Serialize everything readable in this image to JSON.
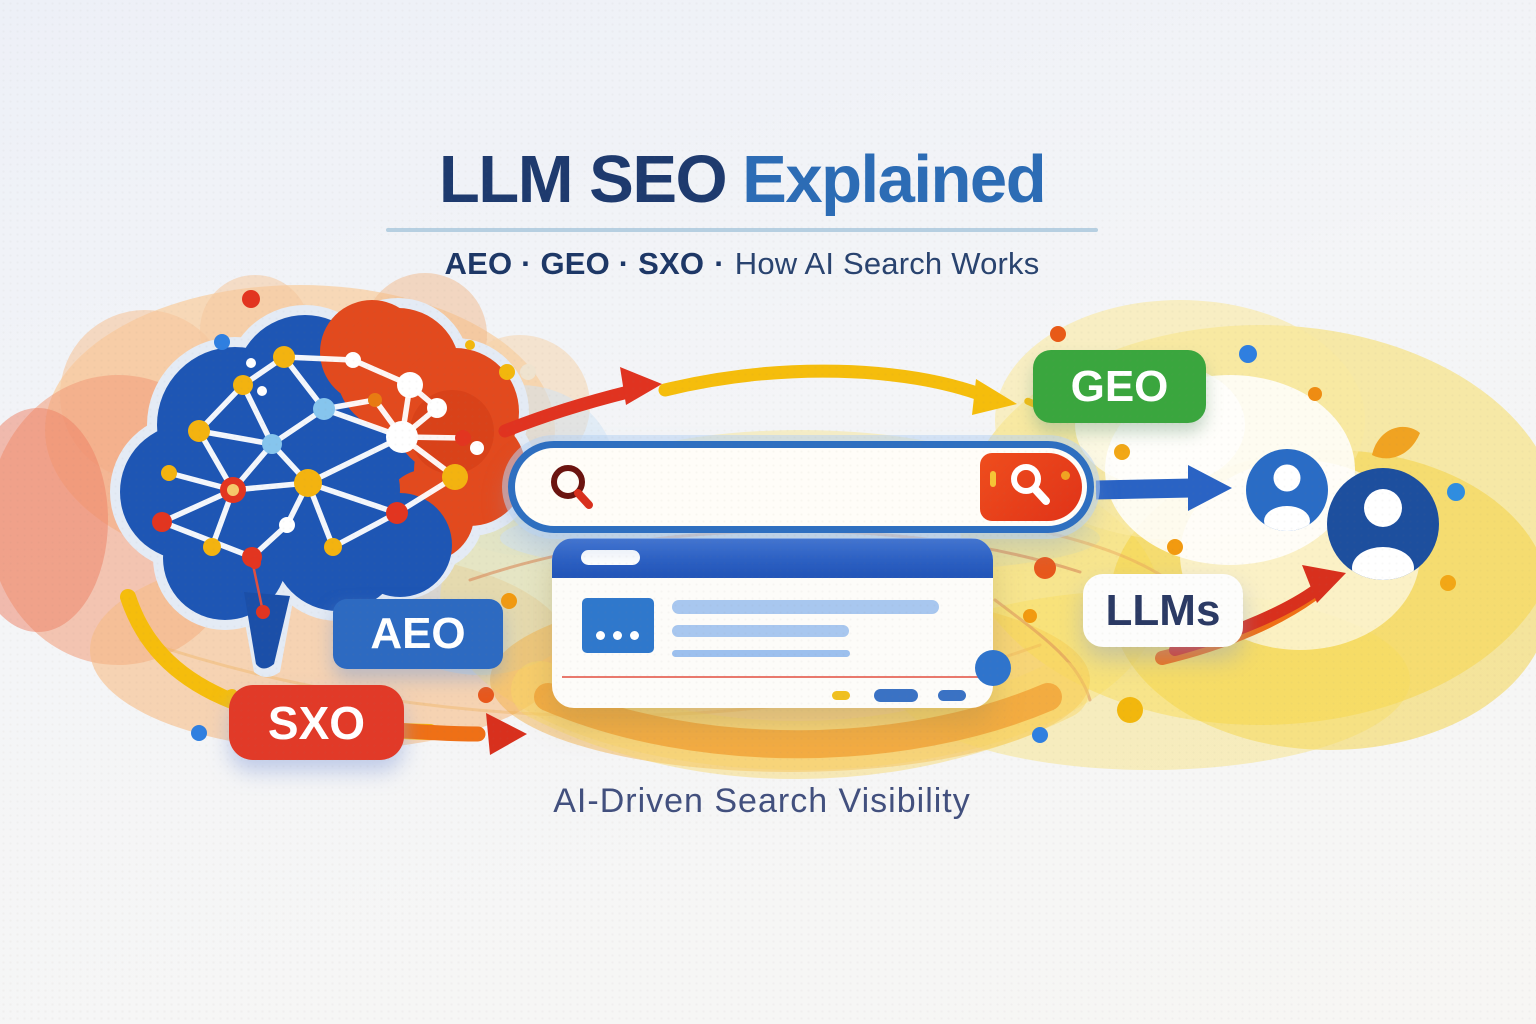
{
  "header": {
    "title_primary": "LLM SEO",
    "title_secondary": "Explained",
    "subtitle_bold": "AEO · GEO · SXO",
    "subtitle_sep": "·",
    "subtitle_rest": "How AI Search Works"
  },
  "badges": {
    "aeo": "AEO",
    "geo": "GEO",
    "sxo": "SXO",
    "llms": "LLMs"
  },
  "search": {
    "value": "",
    "placeholder": ""
  },
  "caption": "AI-Driven Search Visibility",
  "icons": [
    "magnifier-icon",
    "search-button-magnifier-icon",
    "brain-network-icon",
    "browser-window-icon",
    "user-icon-small",
    "user-icon-large",
    "red-arrow",
    "yellow-arc-arrow",
    "blue-arrow",
    "llms-to-users-arrow",
    "sxo-flow-arrow"
  ],
  "colors": {
    "title_navy": "#1e3a6e",
    "title_blue": "#2c6cb5",
    "divider_blue": "#b6cfe1",
    "aeo_blue": "#2d6ac1",
    "geo_green": "#3aa63e",
    "sxo_red": "#e13a28",
    "llms_text_navy": "#2b3a64",
    "search_border_blue": "#2e6fc0",
    "search_button_red": "#e8391c",
    "browser_header_blue": "#2a5fc7",
    "brain_blue": "#1e56b4",
    "brain_red": "#e24a1e",
    "arrow_red": "#e03320",
    "arrow_yellow": "#f5bd0c",
    "arrow_blue": "#2a63c4",
    "user_small_blue": "#2a6cc5",
    "user_large_blue": "#1d4f9e",
    "caption_navy": "#42507e"
  }
}
